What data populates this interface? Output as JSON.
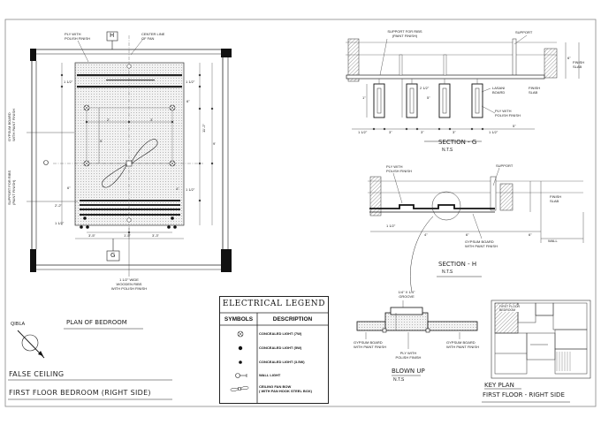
{
  "plan": {
    "title": "PLAN OF BEDROOM",
    "labels": {
      "ply_with_polish_finish": [
        "PLY WITH",
        "POLISH FINISH"
      ],
      "center_line_of_fan": [
        "CENTER LINE",
        "OF FAN"
      ],
      "section_mark_h": "H",
      "section_mark_g": "G",
      "gypsum_board": [
        "GYPSUM BOARD",
        "WITH PAINT FINISH"
      ],
      "support_for_ribs": [
        "SUPPORT FOR RIBS",
        "(PAINT FINISH)"
      ],
      "wooden_ribs": [
        "1 1/2\" WIDE",
        "WOODEN RIBS",
        "WITH POLISH FINISH"
      ]
    },
    "dims": {
      "d_1_1_2": "1 1/2\"",
      "d_2": "2'",
      "d_3": "3'",
      "d_6": "6\"",
      "d_4": "4\"",
      "d_3_5": "3'-5\"",
      "d_11_2": "11'-2\"",
      "d_5_6": "5'",
      "d_2_2": "2'-2\"",
      "d_1_5": "1'-5\"",
      "d_9": "9'",
      "d_3_3": "3'-3\""
    }
  },
  "section_g": {
    "title": "SECTION - G",
    "scale": "N.T.S",
    "labels": {
      "support_for_ribs": [
        "SUPPORT FOR RIBS",
        "(PAINT FINISH)"
      ],
      "support": "SUPPORT",
      "finish_slab": [
        "FINISH",
        "SLAB"
      ],
      "lasani_board": [
        "LASANI",
        "BOARD"
      ],
      "ply_with_polish_finish": [
        "PLY WITH",
        "POLISH FINISH"
      ]
    },
    "dims": [
      "1 1/2\"",
      "3\"",
      "1\"",
      "2 1/2\"",
      "5\"",
      "1\"",
      "6\"",
      "5\""
    ]
  },
  "section_h": {
    "title": "SECTION - H",
    "scale": "N.T.S",
    "labels": {
      "ply_with_polish_finish": [
        "PLY WITH",
        "POLISH FINISH"
      ],
      "support": "SUPPORT",
      "finish_slab": [
        "FINISH",
        "SLAB"
      ],
      "gypsum_board": [
        "GYPSUM BOARD",
        "WITH PAINT FINISH"
      ],
      "wall": "WALL"
    },
    "dims": [
      "1 1/2\"",
      "4\"",
      "6\"",
      "6\""
    ]
  },
  "blown_up": {
    "title": "BLOWN UP",
    "scale": "N.T.S",
    "labels": {
      "groove": [
        "1/4\" X 1/4\"",
        "GROOVE"
      ],
      "gypsum_left": [
        "GYPSUM BOARD",
        "WITH PAINT FINISH"
      ],
      "gypsum_right": [
        "GYPSUM BOARD",
        "WITH PAINT FINISH"
      ],
      "ply": [
        "PLY WITH",
        "POLISH FINISH"
      ]
    }
  },
  "key_plan": {
    "title": "KEY PLAN",
    "subtitle": "FIRST FLOOR - RIGHT SIDE",
    "room_label": [
      "FIRST FLOOR",
      "BEDROOM"
    ]
  },
  "qibla": "QIBLA",
  "sheet_title": {
    "line1": "FALSE CEILING",
    "line2": "FIRST FLOOR BEDROOM (RIGHT SIDE)"
  },
  "legend": {
    "title": "ELECTRICAL LEGEND",
    "col_symbols": "SYMBOLS",
    "col_description": "DESCRIPTION",
    "items": [
      {
        "icon": "concealed-light-7w-icon",
        "desc": "CONCEALED LIGHT (7W)"
      },
      {
        "icon": "concealed-light-5w-icon",
        "desc": "CONCEALED LIGHT (5W)"
      },
      {
        "icon": "concealed-light-3-5w-icon",
        "desc": "CONCEALED LIGHT (3.5W)"
      },
      {
        "icon": "wall-light-icon",
        "desc": "WALL LIGHT"
      },
      {
        "icon": "ceiling-fan-icon",
        "desc": "CEILING FAN BOW",
        "desc2": "( WITH FAN HOOK STEEL BOX)"
      }
    ]
  }
}
